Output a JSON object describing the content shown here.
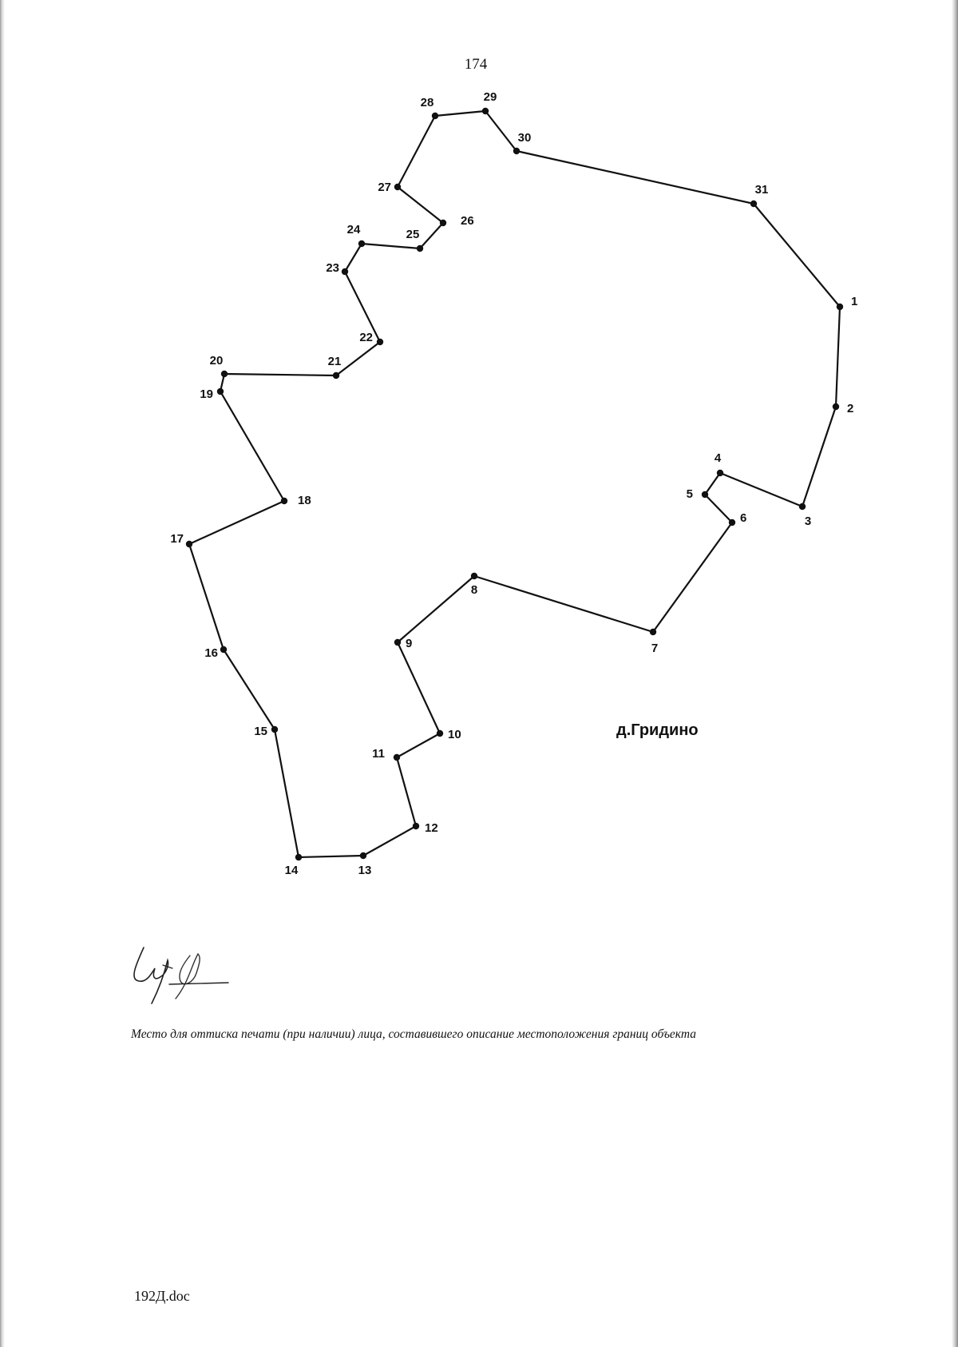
{
  "page": {
    "page_number": "174",
    "stamp_caption": "Место для оттиска печати (при наличии) лица, составившего описание местоположения границ объекта",
    "file_name": "192Д.doc",
    "signature": "handwritten signature"
  },
  "map": {
    "settlement_label": "д.Гридино",
    "line_color": "#111111",
    "vertex_labels": [
      "1",
      "2",
      "3",
      "4",
      "5",
      "6",
      "7",
      "8",
      "9",
      "10",
      "11",
      "12",
      "13",
      "14",
      "15",
      "16",
      "17",
      "18",
      "19",
      "20",
      "21",
      "22",
      "23",
      "24",
      "25",
      "26",
      "27",
      "28",
      "29",
      "30",
      "31"
    ]
  }
}
